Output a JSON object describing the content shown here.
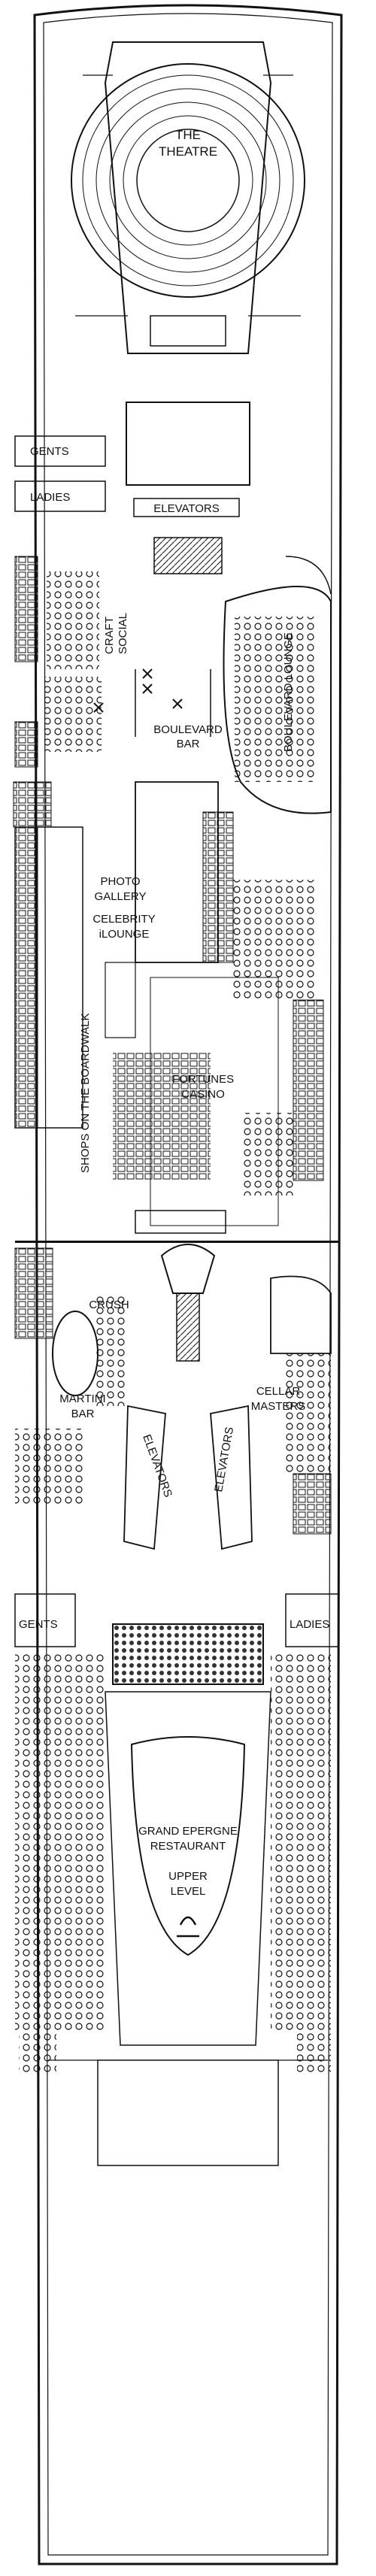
{
  "labels": {
    "theatre_line1": "THE",
    "theatre_line2": "THEATRE",
    "gents_top": "GENTS",
    "ladies_top": "LADIES",
    "elevators_fwd": "ELEVATORS",
    "craft_social_line1": "CRAFT",
    "craft_social_line2": "SOCIAL",
    "boulevard_lounge": "BOULEVARD LOUNGE",
    "boulevard_bar_line1": "BOULEVARD",
    "boulevard_bar_line2": "BAR",
    "photo_gallery_line1": "PHOTO",
    "photo_gallery_line2": "GALLERY",
    "ilounge_line1": "CELEBRITY",
    "ilounge_line2": "iLOUNGE",
    "shops": "SHOPS ON THE BOARDWALK",
    "casino_line1": "FORTUNES",
    "casino_line2": "CASINO",
    "crush": "CRUSH",
    "martini_line1": "MARTINI",
    "martini_line2": "BAR",
    "elevators_aft_left": "ELEVATORS",
    "elevators_aft_right": "ELEVATORS",
    "cellar_line1": "CELLAR",
    "cellar_line2": "MASTERS",
    "gents_bottom": "GENTS",
    "ladies_bottom": "LADIES",
    "restaurant_line1": "GRAND EPERGNE",
    "restaurant_line2": "RESTAURANT",
    "upper_level_line1": "UPPER",
    "upper_level_line2": "LEVEL"
  },
  "colors": {
    "ink": "#111111",
    "paper": "#ffffff",
    "fill_dark": "#222222",
    "fill_mid": "#888888",
    "fill_light": "#cccccc"
  }
}
